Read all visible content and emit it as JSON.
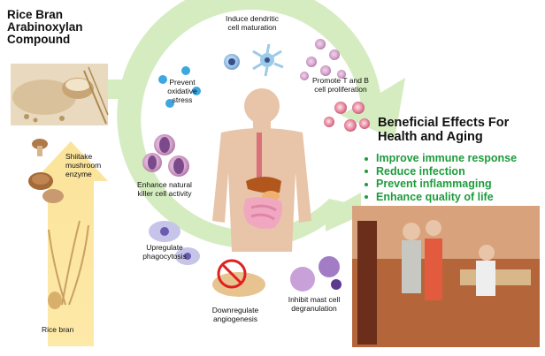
{
  "header": {
    "line1": "Rice Bran",
    "line2": "Arabinoxylan",
    "line3": "Compound"
  },
  "left_arrow": {
    "enzyme_line1": "Shiitake",
    "enzyme_line2": "mushroom",
    "enzyme_line3": "enzyme",
    "base_label": "Rice bran"
  },
  "cycle": {
    "induce_dendritic": [
      "Induce dendritic",
      "cell maturation"
    ],
    "prevent_oxidative": [
      "Prevent",
      "oxidative",
      "stress"
    ],
    "promote_tb": [
      "Promote T and B",
      "cell proliferation"
    ],
    "enhance_nk": [
      "Enhance natural",
      "killer cell activity"
    ],
    "upregulate_phago": [
      "Upregulate",
      "phagocytosis"
    ],
    "downregulate_angio": [
      "Downregulate",
      "angiogenesis"
    ],
    "inhibit_mast": [
      "Inhibit mast cell",
      "degranulation"
    ]
  },
  "benefits": {
    "title_line1": "Beneficial Effects For",
    "title_line2": "Health and Aging",
    "items": [
      "Improve immune response",
      "Reduce infection",
      "Prevent inflammaging",
      "Enhance quality of life"
    ]
  },
  "colors": {
    "cycle_green": "#d5ecc0",
    "benefit_green": "#1e9c3c",
    "arrow_yellow": "#fbe7a1",
    "body_skin": "#e8c4a8"
  }
}
